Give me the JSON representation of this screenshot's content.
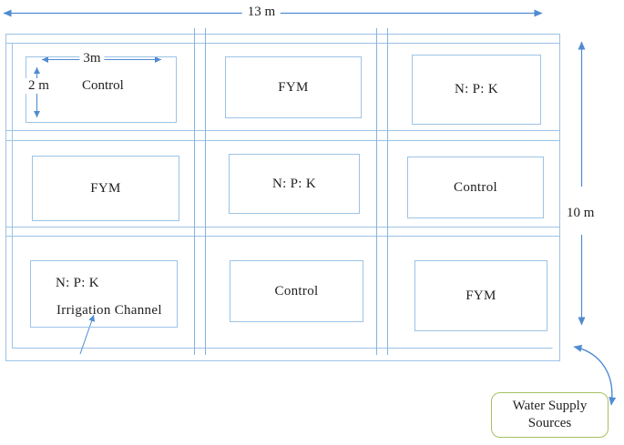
{
  "figure": {
    "top_dimension": "13 m",
    "right_dimension": "10 m",
    "plot_width_label": "3m",
    "plot_height_label": "2 m",
    "irrigation_channel_label": "Irrigation Channel",
    "water_supply_label": "Water Supply Sources",
    "grid": {
      "rows": [
        {
          "plots": [
            "Control",
            "FYM",
            "N: P: K"
          ]
        },
        {
          "plots": [
            "FYM",
            "N: P: K",
            "Control"
          ]
        },
        {
          "plots": [
            "N: P: K",
            "Control",
            "FYM"
          ]
        }
      ]
    },
    "colors": {
      "grid_line": "#9DC3E6",
      "divider_line": "#86B2DE",
      "plot_border": "#9DC3E6",
      "arrow_blue": "#4F8BD1",
      "water_box_border": "#A3C161",
      "text": "#1F1F1F"
    }
  }
}
